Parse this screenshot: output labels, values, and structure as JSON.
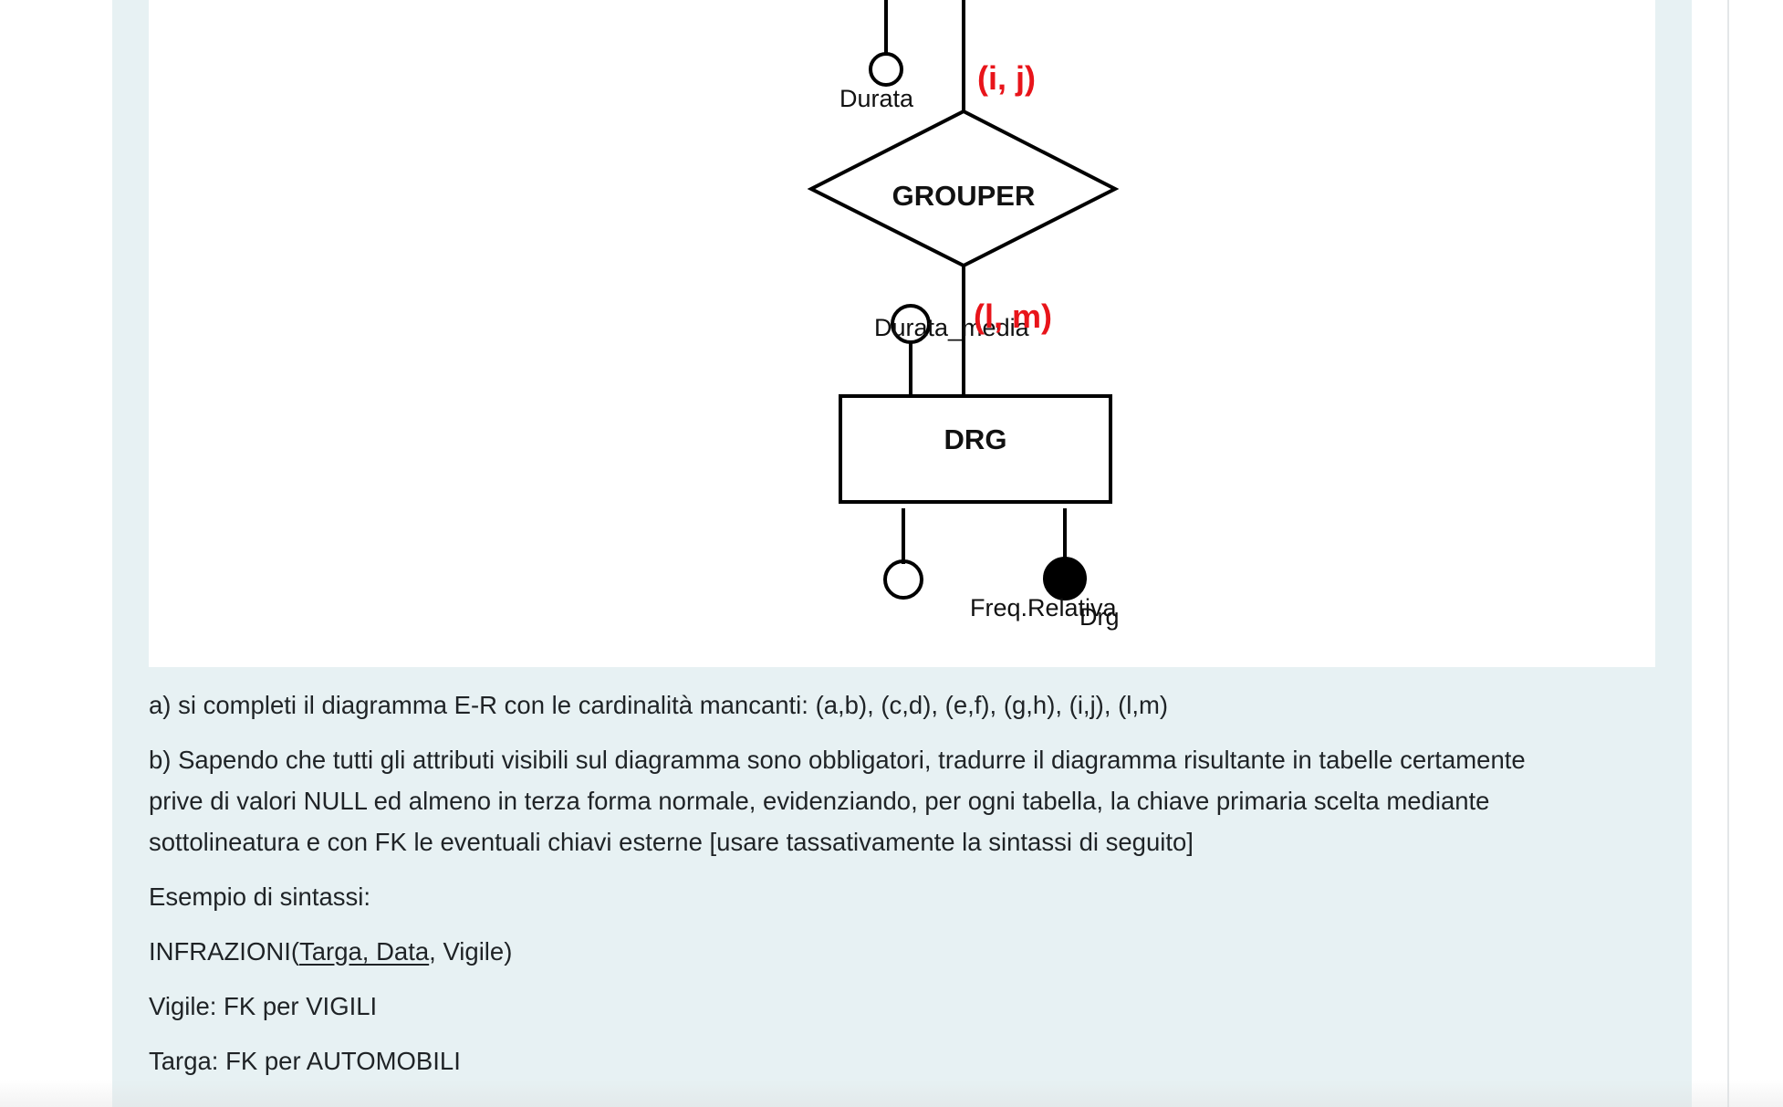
{
  "diagram": {
    "attributes": {
      "durata": "Durata",
      "durata_media": "Durata_media",
      "freq_relativa": "Freq.Relativa",
      "drg_key": "Drg"
    },
    "relationship": "GROUPER",
    "entity": "DRG",
    "cardinalities": {
      "ij": "(i, j)",
      "lm": "(l, m)"
    }
  },
  "question_a": "a) si completi il diagramma E-R con le cardinalità mancanti: (a,b), (c,d), (e,f), (g,h), (i,j), (l,m)",
  "question_b": {
    "line1": "b) Sapendo che tutti gli attributi visibili sul diagramma sono obbligatori, tradurre il diagramma risultante in tabelle certamente",
    "line2": "prive di valori NULL ed almeno in terza forma normale, evidenziando, per ogni tabella, la chiave primaria scelta mediante",
    "line3": "sottolineatura e con FK le eventuali chiavi esterne [usare tassativamente la sintassi di seguito]"
  },
  "example_heading": "Esempio di sintassi:",
  "example": {
    "table_name": "INFRAZIONI(",
    "pk": "Targa, Data",
    "rest": ", Vigile)"
  },
  "fk_lines": [
    "Vigile: FK per VIGILI",
    "Targa: FK per AUTOMOBILI"
  ]
}
